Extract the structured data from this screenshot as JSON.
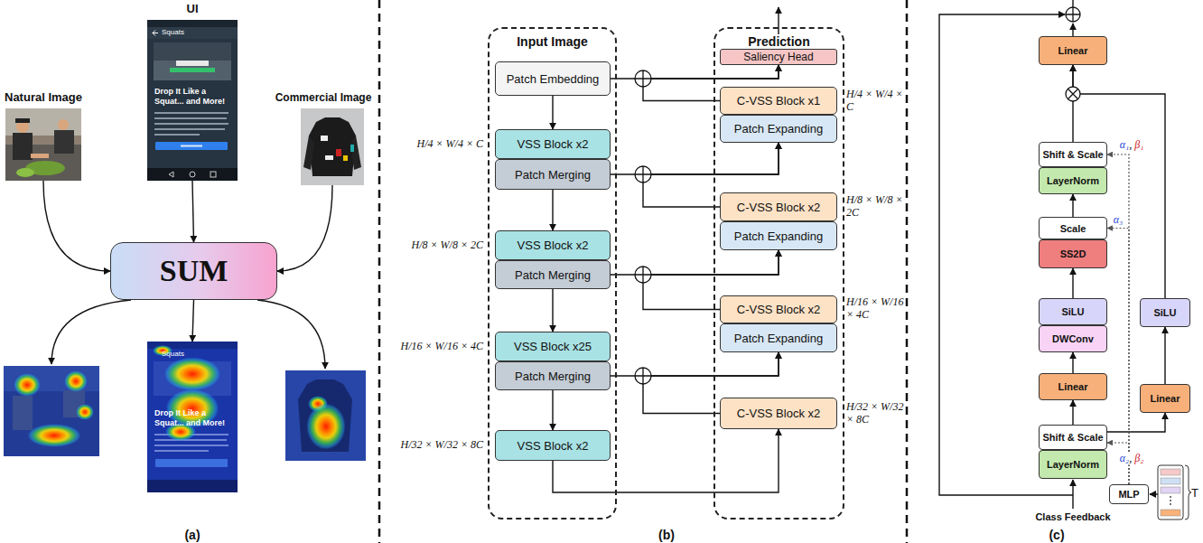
{
  "diagram": {
    "nodes": [
      {
        "text": [
          "Natural Image"
        ]
      },
      {
        "text": [
          "UI",
          "Squats",
          "Drop It Like a Squat... and More!"
        ]
      },
      {
        "text": [
          "Commercial Image"
        ]
      },
      {
        "text": [
          "SUM"
        ]
      },
      {
        "text": [
          "Squats",
          "Drop It Like a Squat... and More!"
        ]
      },
      {
        "text": [
          "Input Image"
        ]
      },
      {
        "text": [
          "Patch Embedding"
        ],
        "in": 5
      },
      {
        "text": [
          "VSS Block x2"
        ],
        "in": 5
      },
      {
        "text": [
          "Patch Merging"
        ],
        "in": 5
      },
      {
        "text": [
          "VSS Block x2"
        ],
        "in": 5
      },
      {
        "text": [
          "Patch Merging"
        ],
        "in": 5
      },
      {
        "text": [
          "VSS Block x25"
        ],
        "in": 5
      },
      {
        "text": [
          "Patch Merging"
        ],
        "in": 5
      },
      {
        "text": [
          "VSS Block x2"
        ],
        "in": 5
      },
      {
        "text": [
          "Prediction"
        ]
      },
      {
        "text": [
          "Saliency Head"
        ],
        "in": 14
      },
      {
        "text": [
          "C-VSS Block x1"
        ],
        "in": 14
      },
      {
        "text": [
          "Patch Expanding"
        ],
        "in": 14
      },
      {
        "text": [
          "C-VSS Block x2"
        ],
        "in": 14
      },
      {
        "text": [
          "Patch Expanding"
        ],
        "in": 14
      },
      {
        "text": [
          "C-VSS Block x2"
        ],
        "in": 14
      },
      {
        "text": [
          "Patch Expanding"
        ],
        "in": 14
      },
      {
        "text": [
          "C-VSS Block x2"
        ],
        "in": 14
      },
      {
        "text": [
          "Linear"
        ]
      },
      {
        "text": [
          "Shift & Scale"
        ]
      },
      {
        "text": [
          "LayerNorm"
        ]
      },
      {
        "text": [
          "Scale"
        ]
      },
      {
        "text": [
          "SS2D"
        ]
      },
      {
        "text": [
          "SiLU"
        ]
      },
      {
        "text": [
          "DWConv"
        ]
      },
      {
        "text": [
          "Linear"
        ]
      },
      {
        "text": [
          "SiLU"
        ]
      },
      {
        "text": [
          "Linear"
        ]
      },
      {
        "text": [
          "Shift & Scale"
        ]
      },
      {
        "text": [
          "LayerNorm"
        ]
      },
      {
        "text": [
          "MLP"
        ]
      }
    ],
    "edges": [
      {
        "from": 0,
        "to": 3,
        "arrow": "to"
      },
      {
        "from": 1,
        "to": 3,
        "arrow": "to"
      },
      {
        "from": 2,
        "to": 3,
        "arrow": "to"
      },
      {
        "from": 3,
        "to": 4,
        "arrow": "to"
      },
      {
        "from": 6,
        "to": 7,
        "arrow": "to"
      },
      {
        "from": 8,
        "to": 9,
        "arrow": "to"
      },
      {
        "from": 10,
        "to": 11,
        "arrow": "to"
      },
      {
        "from": 12,
        "to": 13,
        "arrow": "to"
      },
      {
        "from": 6,
        "to": 15,
        "arrow": "to"
      },
      {
        "from": 16,
        "to": 15,
        "arrow": "to"
      },
      {
        "from": 8,
        "to": 17,
        "arrow": "to"
      },
      {
        "from": 18,
        "to": 17,
        "arrow": "to"
      },
      {
        "from": 10,
        "to": 19,
        "arrow": "to"
      },
      {
        "from": 20,
        "to": 19,
        "arrow": "to"
      },
      {
        "from": 12,
        "to": 21,
        "arrow": "to"
      },
      {
        "from": 22,
        "to": 21,
        "arrow": "to"
      },
      {
        "from": 13,
        "to": 22,
        "arrow": "to"
      },
      {
        "from": 33,
        "to": 30,
        "arrow": "to"
      },
      {
        "from": 33,
        "to": 32,
        "arrow": "to"
      },
      {
        "from": 30,
        "to": 29,
        "arrow": "to"
      },
      {
        "from": 28,
        "to": 27,
        "arrow": "to"
      },
      {
        "from": 26,
        "to": 25,
        "arrow": "to"
      },
      {
        "from": 24,
        "to": 23,
        "arrow": "to"
      },
      {
        "from": 31,
        "to": 23,
        "arrow": "to"
      },
      {
        "from": 32,
        "to": 31,
        "arrow": "to"
      },
      {
        "from": 35,
        "to": 33,
        "label": "α₂, β₂",
        "arrow": "to"
      },
      {
        "from": 35,
        "to": 26,
        "label": "α₃",
        "arrow": "to"
      },
      {
        "from": 35,
        "to": 24,
        "label": "α₁, β₁",
        "arrow": "to"
      }
    ],
    "labels": [
      "H/4 × W/4 × C",
      "H/8 × W/8 × 2C",
      "H/16 × W/16 × 4C",
      "H/32 × W/32 × 8C",
      "H/4 × W/4 × C",
      "H/8 × W/8 × 2C",
      "H/16 × W/16 × 4C",
      "H/32 × W/32 × 8C",
      "Class Feedback",
      "T",
      "(a)",
      "(b)",
      "(c)"
    ]
  }
}
